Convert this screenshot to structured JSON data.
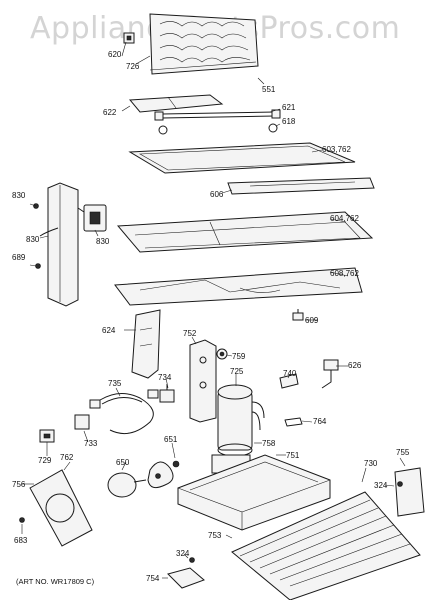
{
  "watermark": "AppliancePartsPros.com",
  "art_number": "(ART NO. WR17809 C)",
  "callouts": {
    "c620": "620",
    "c726": "726",
    "c551": "551",
    "c622": "622",
    "c621": "621",
    "c618": "618",
    "c603": "603,762",
    "c606": "606",
    "c830a": "830",
    "c830b": "830",
    "c830c": "830",
    "c689": "689",
    "c604": "604,762",
    "c608": "608,762",
    "c609": "609",
    "c624": "624",
    "c752": "752",
    "c759": "759",
    "c626": "626",
    "c735": "735",
    "c734": "734",
    "c725": "725",
    "c740": "740",
    "c764": "764",
    "c733": "733",
    "c729": "729",
    "c651": "651",
    "c758": "758",
    "c751": "751",
    "c755": "755",
    "c762": "762",
    "c650": "650",
    "c730": "730",
    "c324a": "324",
    "c756": "756",
    "c683": "683",
    "c753": "753",
    "c324b": "324",
    "c754": "754"
  }
}
